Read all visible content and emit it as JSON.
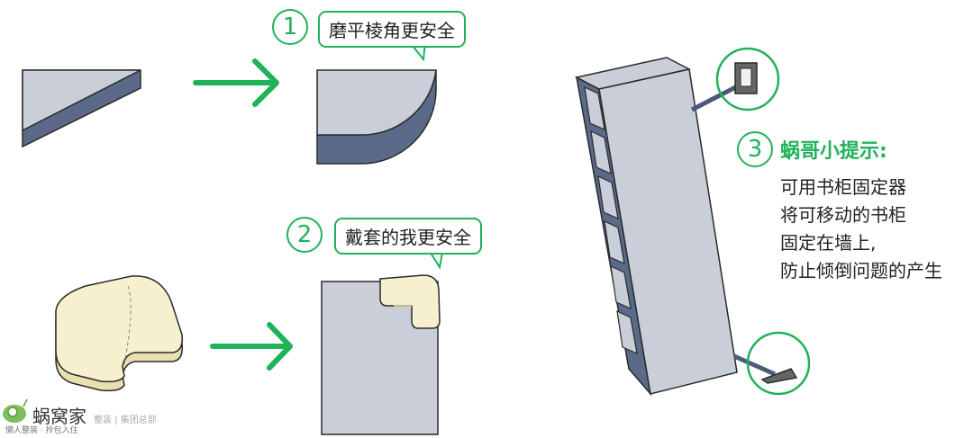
{
  "steps": [
    {
      "number": "1",
      "bubble": "磨平棱角更安全"
    },
    {
      "number": "2",
      "bubble": "戴套的我更安全"
    },
    {
      "number": "3",
      "title": "蜗哥小提示:"
    }
  ],
  "tip_lines": [
    "可用书柜固定器",
    "将可移动的书柜",
    "固定在墙上,",
    "防止倾倒问题的产生"
  ],
  "brand": {
    "name": "蜗窝家",
    "slogan": "懒人整装 · 拎包入住",
    "sub": "整装 | 集团总部"
  },
  "colors": {
    "accent": "#1fb25a",
    "panel_fill": "#c9ced8",
    "panel_edge": "#5a6a88",
    "pad_fill": "#f6f0cf",
    "outline": "#2a2a2a"
  }
}
